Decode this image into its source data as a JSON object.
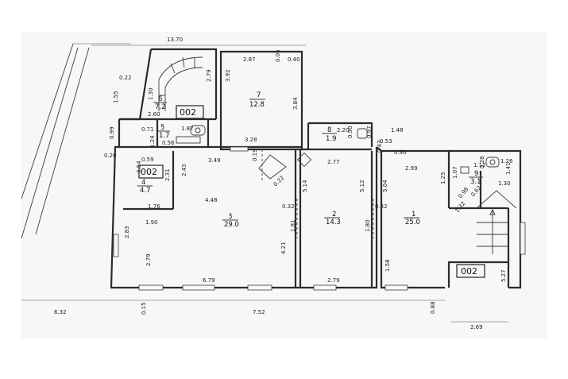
{
  "overall": {
    "top": "13.70",
    "bottom": "7.52",
    "left_bottom": "6.32",
    "bottom_right": "2.69",
    "bottom_left_small": "0.15",
    "right_small": "0.88"
  },
  "rooms": [
    {
      "num": "1",
      "area": "25.0"
    },
    {
      "num": "2",
      "area": "14.3"
    },
    {
      "num": "3",
      "area": "29.0"
    },
    {
      "num": "4",
      "area": "4.7"
    },
    {
      "num": "5",
      "area": "1.7"
    },
    {
      "num": "6",
      "area": "7.2"
    },
    {
      "num": "7",
      "area": "12.8"
    },
    {
      "num": "8",
      "area": "1.9"
    },
    {
      "num": "9",
      "area": "3.1"
    }
  ],
  "codes": [
    "002",
    "002",
    "002"
  ],
  "dims": {
    "r7_top_a": "2.87",
    "r7_top_b": "0.06",
    "r7_top_c": "0.40",
    "r7_left": "3.92",
    "r7_right": "3.84",
    "r7_bottom": "3.28",
    "r6_a": "0.22",
    "r6_b": "1.55",
    "r6_c": "1.30",
    "r6_d": "2.60",
    "r6_e": "2.79",
    "r5_a": "0.71",
    "r5_b": "1.87",
    "r5_c": "0.56",
    "r5_d": "1.24",
    "r5_e": "0.99",
    "r5_f": "0.20",
    "r4_a": "0.59",
    "r4_b": "3.54",
    "r4_c": "2.31",
    "r4_d": "2.43",
    "r4_e": "1.76",
    "r3_a": "3.49",
    "r3_b": "4.48",
    "r3_c": "1.90",
    "r3_d": "2.83",
    "r3_e": "2.79",
    "r3_f": "6.79",
    "r3_g": "4.21",
    "r3_h": "0.32",
    "r3_i": "1.81",
    "r3_j": "0.19",
    "r3_k": "0.22",
    "r8_a": "2.20",
    "r8_b": "0.90",
    "r8_c": "0.97",
    "r8_d": "1.48",
    "r8_e": "0.53",
    "r8_f": "0.43",
    "r8_g": "0.90",
    "r2_a": "2.77",
    "r2_b": "5.14",
    "r2_c": "5.12",
    "r2_d": "0.32",
    "r2_e": "1.80",
    "r2_f": "2.79",
    "r1_a": "2.99",
    "r1_b": "5.04",
    "r1_c": "1.58",
    "r1_d": "1.25",
    "r9_a": "1.07",
    "r9_b": "1.12",
    "r9_c": "0.28",
    "r9_d": "1.26",
    "r9_e": "1.41",
    "r9_f": "1.30",
    "r9_g": "0.98",
    "r9_h": "0.62",
    "r9_i": "1.32",
    "r_right": "5.27"
  }
}
